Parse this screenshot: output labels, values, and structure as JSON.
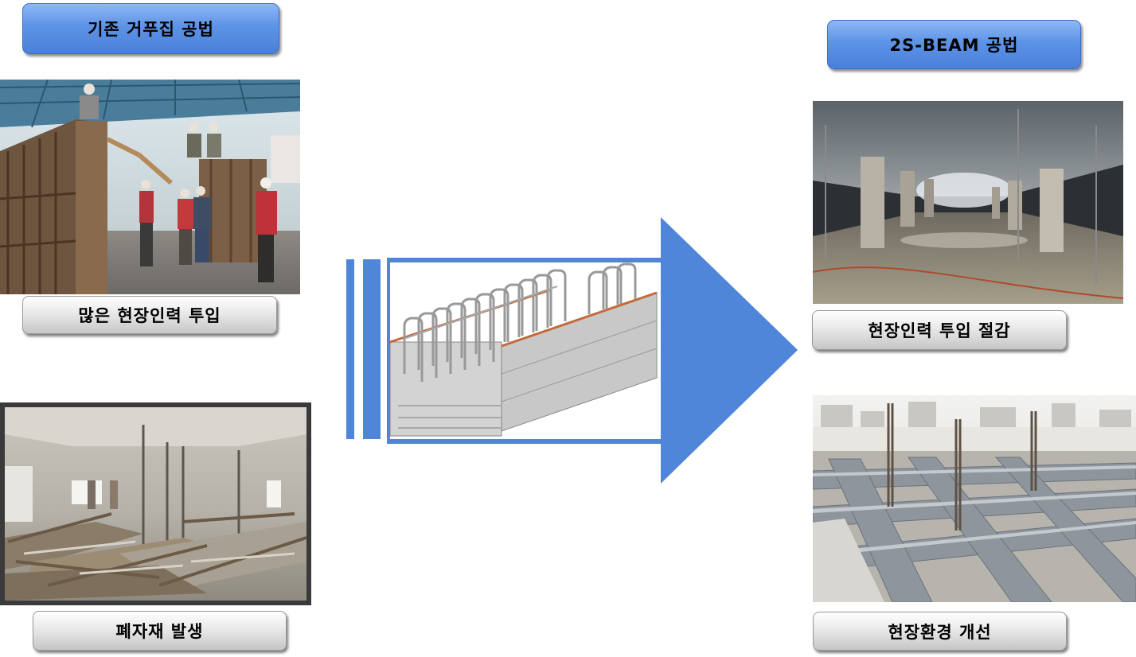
{
  "left": {
    "header": "기존 거푸집 공법",
    "caption1": "많은 현장인력 투입",
    "caption2": "폐자재 발생"
  },
  "right": {
    "header": "2S-BEAM 공법",
    "caption1": "현장인력 투입 절감",
    "caption2": "현장환경 개선"
  },
  "colors": {
    "accent_blue": "#4a80d8",
    "arrow_blue": "#4f86d9"
  }
}
